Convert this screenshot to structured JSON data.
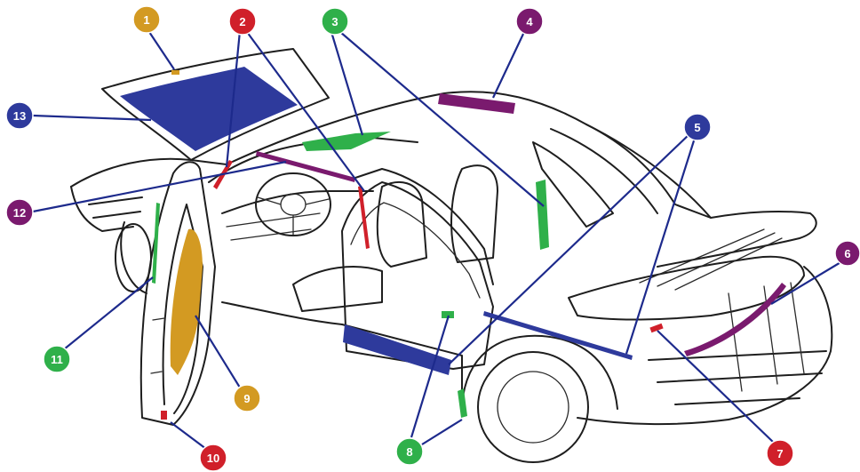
{
  "colors": {
    "gold": "#d39a22",
    "red": "#d0202a",
    "green": "#2fb04a",
    "purple": "#7a1a6e",
    "navy": "#2e3a9c",
    "leader": "#1d2a8c"
  },
  "callouts": [
    {
      "label": "1",
      "color": "gold"
    },
    {
      "label": "2",
      "color": "red"
    },
    {
      "label": "3",
      "color": "green"
    },
    {
      "label": "4",
      "color": "purple"
    },
    {
      "label": "5",
      "color": "navy"
    },
    {
      "label": "6",
      "color": "purple"
    },
    {
      "label": "7",
      "color": "red"
    },
    {
      "label": "8",
      "color": "green"
    },
    {
      "label": "9",
      "color": "gold"
    },
    {
      "label": "10",
      "color": "red"
    },
    {
      "label": "11",
      "color": "green"
    },
    {
      "label": "12",
      "color": "purple"
    },
    {
      "label": "13",
      "color": "navy"
    }
  ]
}
